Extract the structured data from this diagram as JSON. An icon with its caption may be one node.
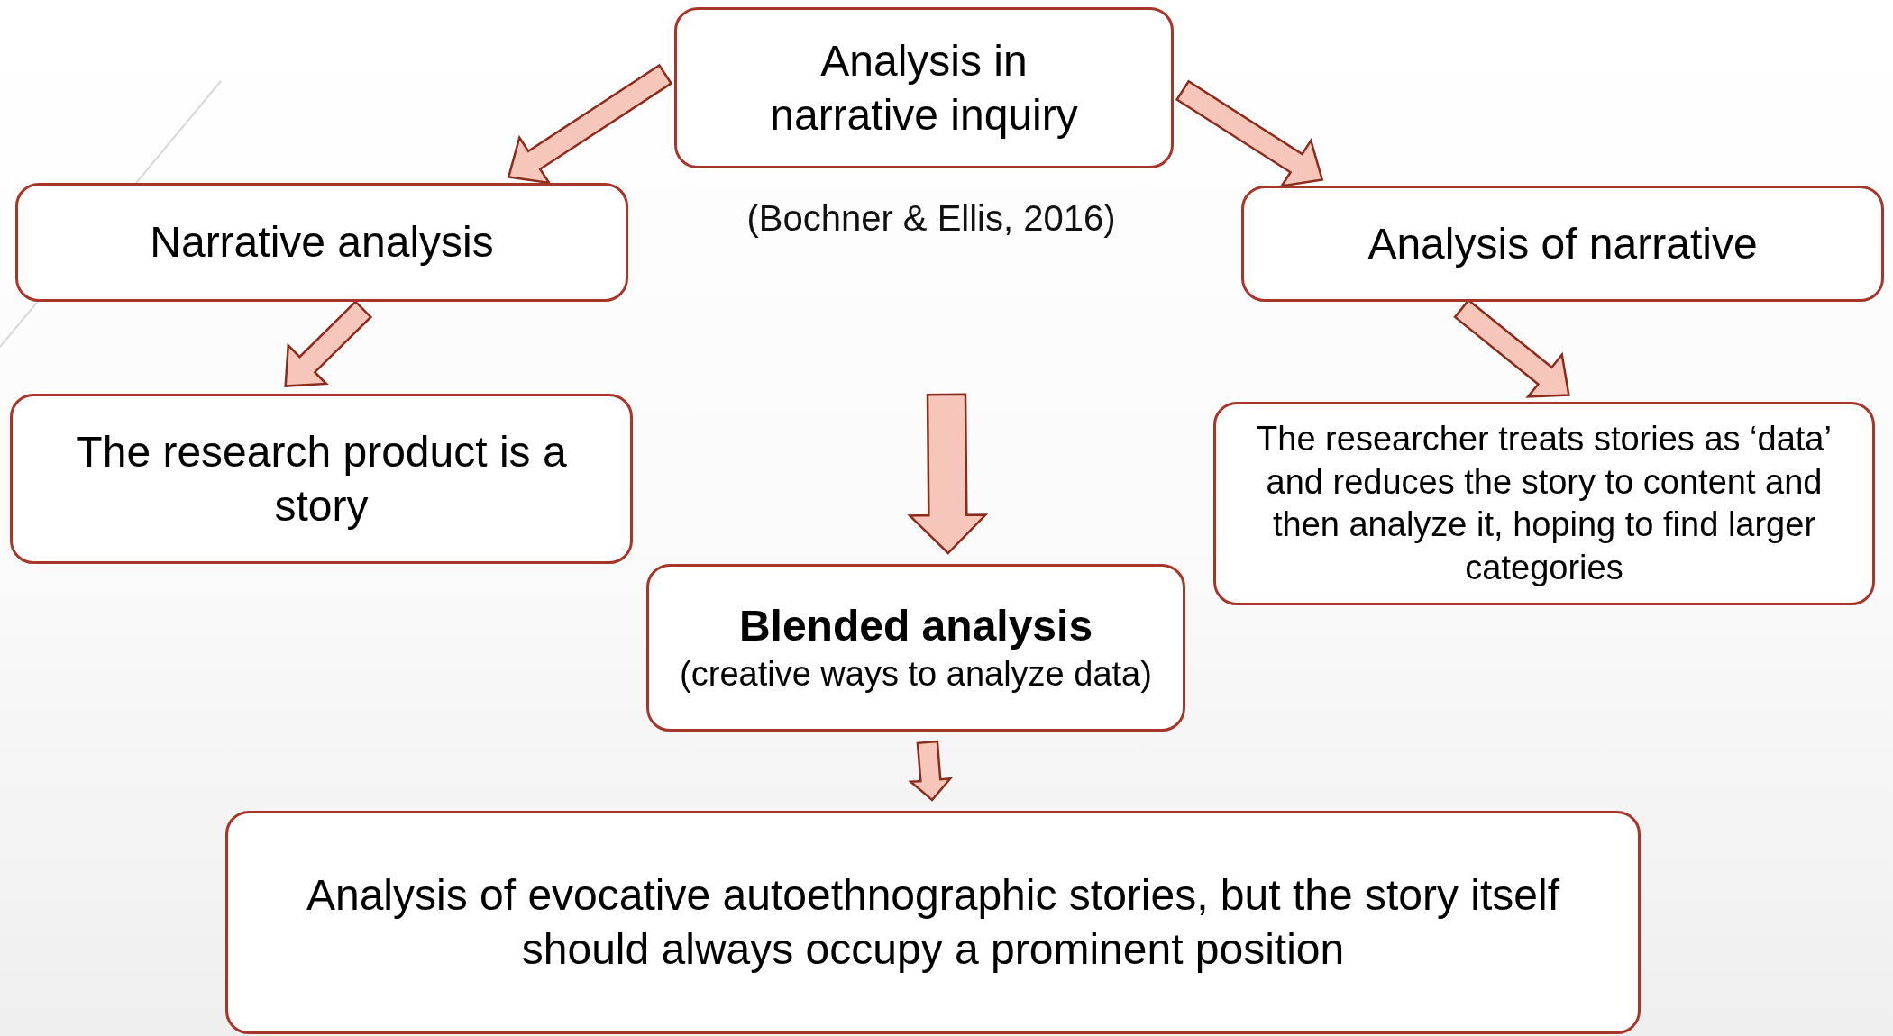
{
  "diagram": {
    "nodes": [
      {
        "text": [
          "Analysis in narrative inquiry"
        ],
        "beside": [
          "(Bochner & Ellis, 2016)"
        ]
      },
      {
        "text": [
          "Narrative analysis"
        ]
      },
      {
        "text": [
          "Analysis of narrative"
        ]
      },
      {
        "text": [
          "The research product is a story"
        ]
      },
      {
        "text": [
          "The researcher treats stories as ‘data’ and reduces the story to content and then analyze it, hoping to find larger categories"
        ]
      },
      {
        "text": [
          "Blended analysis",
          "(creative ways to analyze data)"
        ]
      },
      {
        "text": [
          "Analysis of evocative autoethnographic stories, but the story itself should always occupy a prominent position"
        ]
      }
    ],
    "edges": [
      {
        "from": 0,
        "to": 1,
        "arrow": "to"
      },
      {
        "from": 0,
        "to": 2,
        "arrow": "to"
      },
      {
        "from": 1,
        "to": 3,
        "arrow": "to"
      },
      {
        "from": 2,
        "to": 4,
        "arrow": "to"
      },
      {
        "from": null,
        "to": 5,
        "arrow": "to"
      },
      {
        "from": 5,
        "to": 6,
        "arrow": "to"
      }
    ]
  }
}
